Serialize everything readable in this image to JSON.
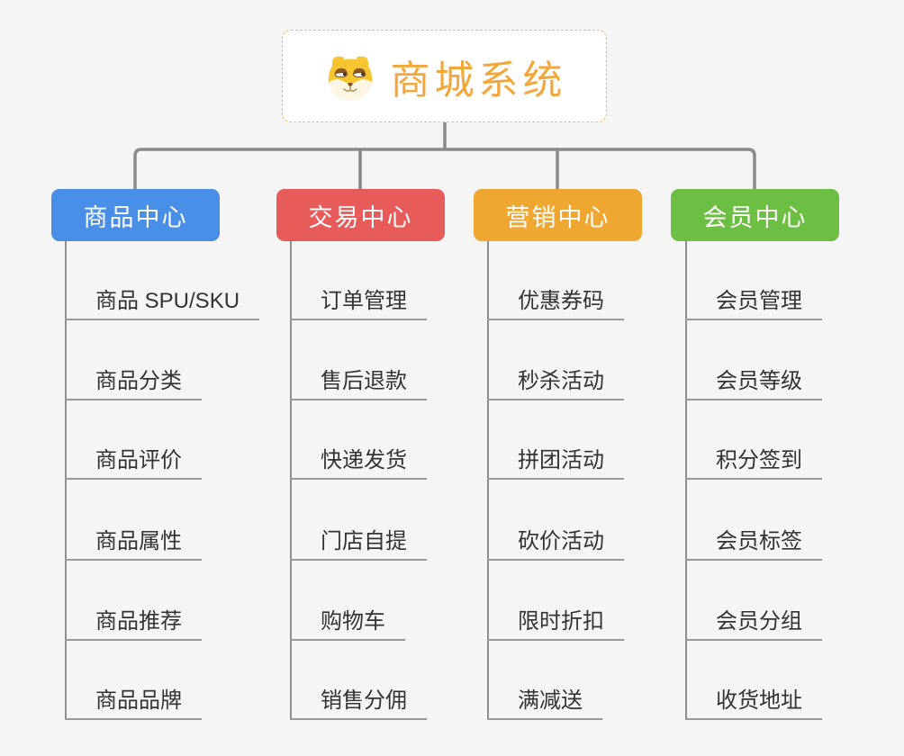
{
  "root": {
    "title": "商城系统",
    "icon": "shiba-dog-icon",
    "accent_color": "#f2a73b",
    "border_color": "#f4bb5f"
  },
  "palette": {
    "background": "#f5f5f5",
    "connector_color": "#8a8a8a",
    "underline_color": "#9a9a9a",
    "leaf_text_color": "#333333"
  },
  "branches": [
    {
      "label": "商品中心",
      "color": "#4a8fe7",
      "items": [
        "商品 SPU/SKU",
        "商品分类",
        "商品评价",
        "商品属性",
        "商品推荐",
        "商品品牌"
      ]
    },
    {
      "label": "交易中心",
      "color": "#e85b5b",
      "items": [
        "订单管理",
        "售后退款",
        "快递发货",
        "门店自提",
        "购物车",
        "销售分佣"
      ]
    },
    {
      "label": "营销中心",
      "color": "#f0a732",
      "items": [
        "优惠券码",
        "秒杀活动",
        "拼团活动",
        "砍价活动",
        "限时折扣",
        "满减送"
      ]
    },
    {
      "label": "会员中心",
      "color": "#6dbf44",
      "items": [
        "会员管理",
        "会员等级",
        "积分签到",
        "会员标签",
        "会员分组",
        "收货地址"
      ]
    }
  ]
}
